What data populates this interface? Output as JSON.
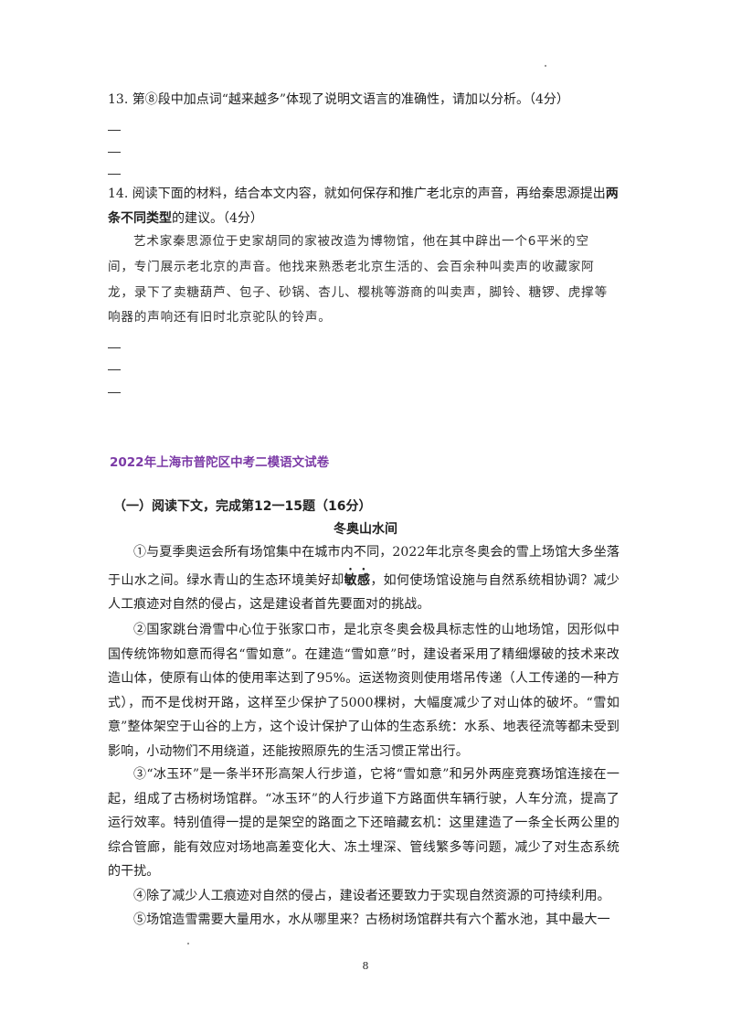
{
  "q13": {
    "text": "13. 第⑧段中加点词“越来越多”体现了说明文语言的准确性，请加以分析。（4分）"
  },
  "q14": {
    "line1_prefix": "14. 阅读下面的材料，结合本文内容，就如何保存和推广老北京的声音，再给秦思源提出",
    "line1_bold": "两",
    "line2_bold": "条不同类型",
    "line2_suffix": "的建议。（4分）"
  },
  "material": {
    "text": "艺术家秦思源位于史家胡同的家被改造为博物馆，他在其中辟出一个6平米的空间，专门展示老北京的声音。他找来熟悉老北京生活的、会百余种叫卖声的收藏家阿龙，录下了卖糖葫芦、包子、砂锅、杏儿、樱桃等游商的叫卖声，脚铃、糖锣、虎撑等响器的声响还有旧时北京驼队的铃声。"
  },
  "exam_title": "2022年上海市普陀区中考二模语文试卷",
  "section_head": "（一）阅读下文，完成第12一15题（16分）",
  "article_title": "冬奥山水间",
  "paragraphs": {
    "p1_before": "①与夏季奥运会所有场馆集中在城市内不同，2022年北京冬奥会的雪上场馆大多坐落于山水之间。绿水青山的生态环境美好却",
    "p1_dotted": "敏感",
    "p1_after": "，如何使场馆设施与自然系统相协调？减少人工痕迹对自然的侵占，这是建设者首先要面对的挑战。",
    "p2": "②国家跳台滑雪中心位于张家口市，是北京冬奥会极具标志性的山地场馆，因形似中国传统饰物如意而得名“雪如意”。在建造“雪如意”时，建设者采用了精细爆破的技术来改造山体，使原有山体的使用率达到了95%。运送物资则使用塔吊传递（人工传递的一种方式），而不是伐树开路，这样至少保护了5000棵树，大幅度减少了对山体的破坏。“雪如意”整体架空于山谷的上方，这个设计保护了山体的生态系统：水系、地表径流等都未受到影响，小动物们不用绕道，还能按照原先的生活习惯正常出行。",
    "p3": "③“冰玉环”是一条半环形高架人行步道，它将“雪如意”和另外两座竞赛场馆连接在一起，组成了古杨树场馆群。“冰玉环”的人行步道下方路面供车辆行驶，人车分流，提高了运行效率。特别值得一提的是架空的路面之下还暗藏玄机：这里建造了一条全长两公里的综合管廊，能有效应对场地高差变化大、冻土埋深、管线繁多等问题，减少了对生态系统的干扰。",
    "p4": "④除了减少人工痕迹对自然的侵占，建设者还要致力于实现自然资源的可持续利用。",
    "p5": "⑤场馆造雪需要大量用水，水从哪里来？古杨树场馆群共有六个蓄水池，其中最大一"
  },
  "page_number": "8"
}
